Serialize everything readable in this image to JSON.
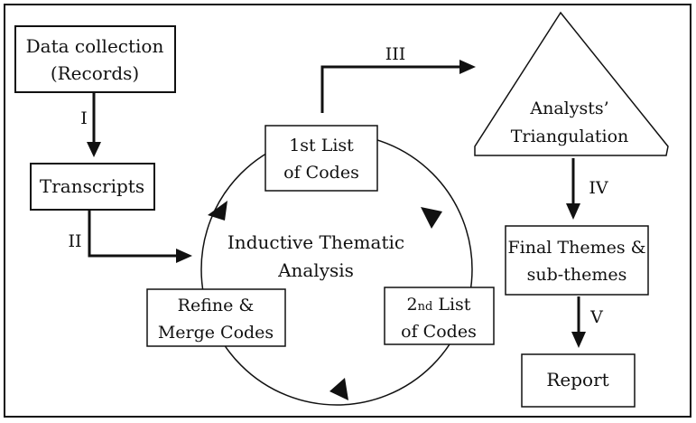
{
  "diagram": {
    "nodes": {
      "data_collection": {
        "line1": "Data collection",
        "line2": "(Records)"
      },
      "transcripts": {
        "line1": "Transcripts"
      },
      "first_list": {
        "line1": "1st List",
        "line2": "of Codes"
      },
      "second_list": {
        "line1_main": "2",
        "line1_sup": "nd",
        "line1_rest": " List",
        "line2": "of Codes"
      },
      "refine": {
        "line1": "Refine &",
        "line2": "Merge Codes"
      },
      "center": {
        "line1": "Inductive Thematic",
        "line2": "Analysis"
      },
      "triangulation": {
        "line1": "Analysts’",
        "line2": "Triangulation"
      },
      "final_themes": {
        "line1": "Final Themes &",
        "line2": "sub-themes"
      },
      "report": {
        "line1": "Report"
      }
    },
    "steps": {
      "s1": "I",
      "s2": "II",
      "s3": "III",
      "s4": "IV",
      "s5": "V"
    }
  }
}
